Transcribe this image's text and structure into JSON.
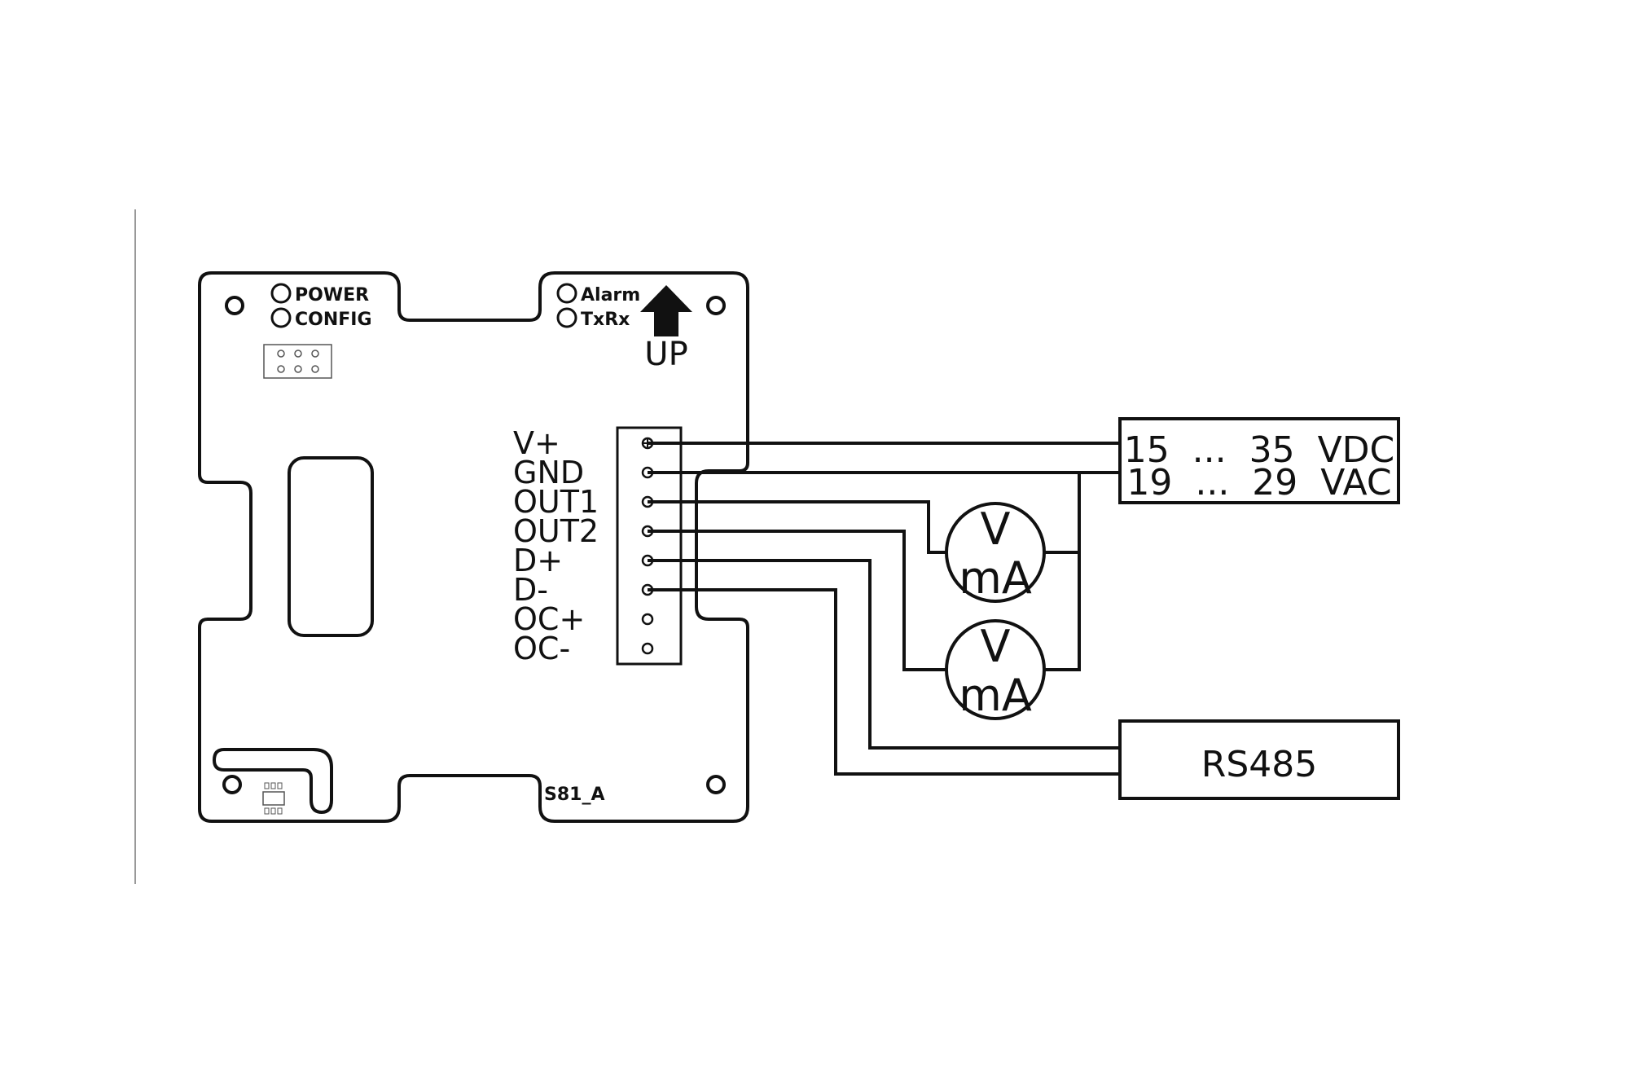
{
  "board": {
    "led_labels": [
      "POWER",
      "CONFIG",
      "Alarm",
      "TxRx"
    ],
    "up_label": "UP",
    "model_label": "S81_A"
  },
  "terminals": [
    "V+",
    "GND",
    "OUT1",
    "OUT2",
    "D+",
    "D-",
    "OC+",
    "OC-"
  ],
  "meters": [
    {
      "top": "V",
      "bottom": "mA"
    },
    {
      "top": "V",
      "bottom": "mA"
    }
  ],
  "power_box": {
    "line1": "15  ...  35  VDC",
    "line2": "19  ...  29  VAC"
  },
  "rs485_box": {
    "label": "RS485"
  }
}
